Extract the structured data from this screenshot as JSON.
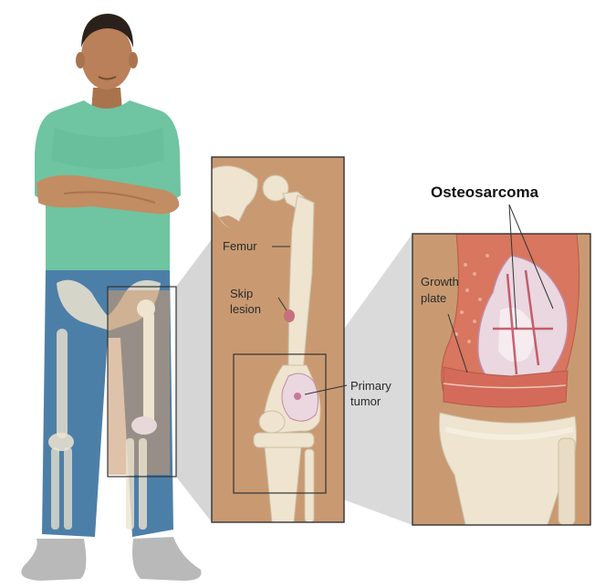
{
  "labels": {
    "title": "Osteosarcoma",
    "femur": "Femur",
    "skip_lesion_line1": "Skip",
    "skip_lesion_line2": "lesion",
    "primary_tumor_line1": "Primary",
    "primary_tumor_line2": "tumor",
    "growth_plate_line1": "Growth",
    "growth_plate_line2": "plate"
  },
  "colors": {
    "skin": "#c99a72",
    "shirt": "#6fc4a2",
    "jeans": "#4c7fa8",
    "bone": "#eee4cf",
    "tumor": "#ead7e0",
    "marrow": "#d46a5a"
  }
}
